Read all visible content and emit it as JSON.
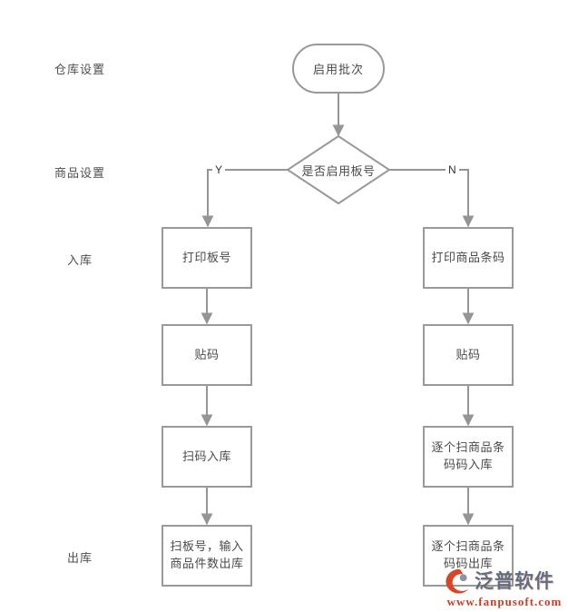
{
  "colors": {
    "background": "#ffffff",
    "line": "#959595",
    "box_border": "#999999",
    "box_text": "#4a4a4a",
    "stage_label_text": "#4f4f4f",
    "logo_brand": "#5f6e80",
    "logo_accent": "#cf3d22"
  },
  "stage_labels": [
    {
      "label": "仓库设置"
    },
    {
      "label": "商品设置"
    },
    {
      "label": "入库"
    },
    {
      "label": "出库"
    }
  ],
  "flowchart": {
    "start": {
      "label": "启用批次"
    },
    "decision": {
      "label": "是否启用板号",
      "yes_label": "Y",
      "no_label": "N"
    },
    "left_branch": [
      {
        "label": "打印板号"
      },
      {
        "label": "贴码"
      },
      {
        "label": "扫码入库"
      },
      {
        "label": "扫板号，输入商品件数出库"
      }
    ],
    "right_branch": [
      {
        "label": "打印商品条码"
      },
      {
        "label": "贴码"
      },
      {
        "label": "逐个扫商品条码码入库"
      },
      {
        "label": "逐个扫商品条码码出库"
      }
    ]
  },
  "watermark": {
    "brand": "泛普软件",
    "url": "www.fanpusoft.com"
  }
}
